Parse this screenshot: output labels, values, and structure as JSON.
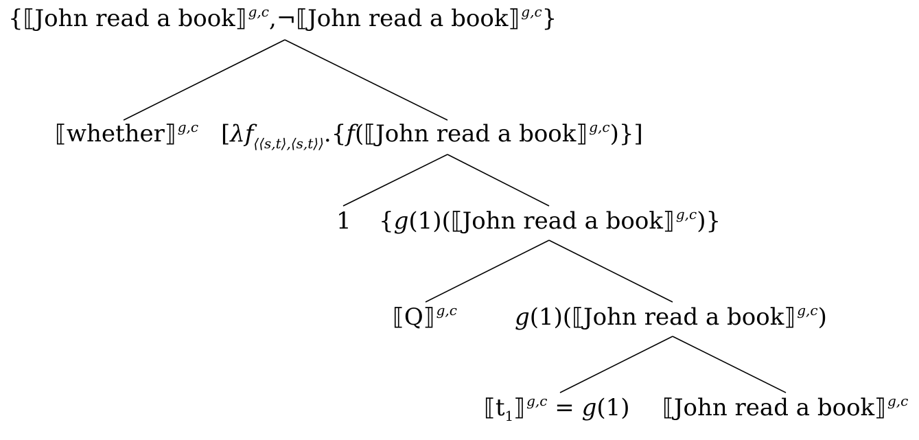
{
  "tree": {
    "root": {
      "open": "{⟦",
      "phrase1": "John read a book",
      "mid": "⟧",
      "sep": ",",
      "neg": "¬⟦",
      "phrase2": "John read a book",
      "close_bracket": "⟧",
      "superscript": "g,c",
      "close": "}"
    },
    "whether": {
      "open": "⟦",
      "word": "whether",
      "close": "⟧",
      "superscript": "g,c"
    },
    "lambda": {
      "open": "[",
      "lambda_symbol": "λ",
      "variable": "f",
      "type_subscript": "⟨⟨s,t⟩,⟨s,t⟩⟩",
      "dot": ".",
      "body_open": "{",
      "body_f": "f",
      "body_paren_open": "(⟦",
      "phrase": "John read a book",
      "body_close_bracket": "⟧",
      "superscript": "g,c",
      "body_paren_close": ")}",
      "close": "]"
    },
    "index": {
      "value": "1"
    },
    "set_node": {
      "open": "{",
      "g": "g",
      "arg": "(1)(⟦",
      "phrase": "John read a book",
      "close_bracket": "⟧",
      "superscript": "g,c",
      "close": ")}"
    },
    "q_node": {
      "open": "⟦",
      "word": "Q",
      "close": "⟧",
      "superscript": "g,c"
    },
    "g_node": {
      "g": "g",
      "arg": "(1)(⟦",
      "phrase": "John read a book",
      "close_bracket": "⟧",
      "superscript": "g,c",
      "close": ")"
    },
    "trace_node": {
      "open": "⟦",
      "t": "t",
      "subscript": "1",
      "close": "⟧",
      "superscript": "g,c",
      "equals": " = ",
      "g": "g",
      "arg": "(1)"
    },
    "john_node": {
      "open": "⟦",
      "phrase": "John read a book",
      "close": "⟧",
      "superscript": "g,c"
    }
  }
}
